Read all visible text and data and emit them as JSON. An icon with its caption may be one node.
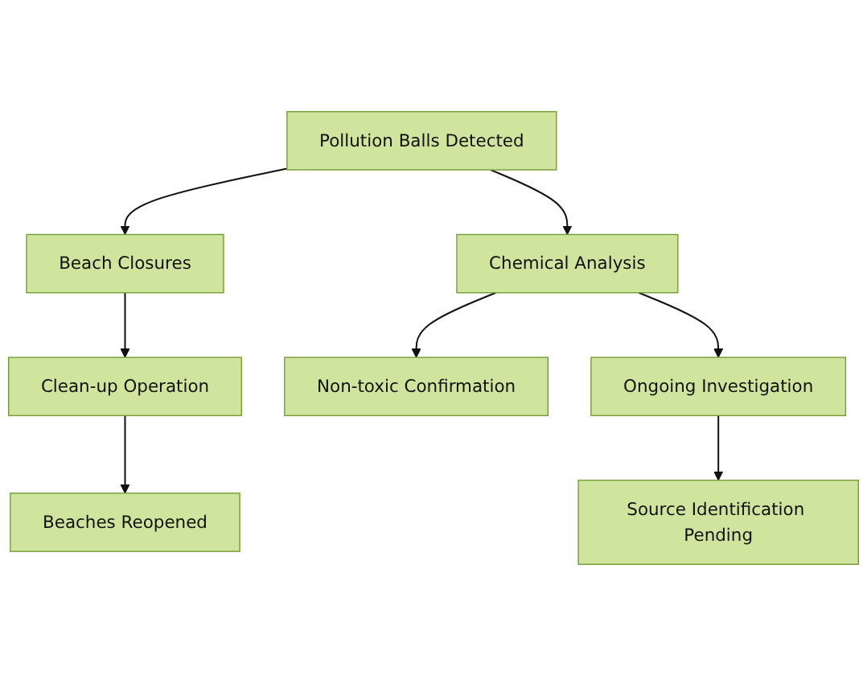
{
  "diagram": {
    "nodes": [
      {
        "text": [
          "Pollution Balls Detected"
        ]
      },
      {
        "text": [
          "Beach Closures"
        ]
      },
      {
        "text": [
          "Chemical Analysis"
        ]
      },
      {
        "text": [
          "Clean-up Operation"
        ]
      },
      {
        "text": [
          "Beaches Reopened"
        ]
      },
      {
        "text": [
          "Non-toxic Confirmation"
        ]
      },
      {
        "text": [
          "Ongoing Investigation"
        ]
      },
      {
        "text": [
          "Source Identification Pending"
        ]
      }
    ],
    "edges": [
      {
        "from": 0,
        "to": 1,
        "arrow": "to"
      },
      {
        "from": 0,
        "to": 2,
        "arrow": "to"
      },
      {
        "from": 1,
        "to": 3,
        "arrow": "to"
      },
      {
        "from": 3,
        "to": 4,
        "arrow": "to"
      },
      {
        "from": 2,
        "to": 5,
        "arrow": "to"
      },
      {
        "from": 2,
        "to": 6,
        "arrow": "to"
      },
      {
        "from": 6,
        "to": 7,
        "arrow": "to"
      }
    ]
  }
}
